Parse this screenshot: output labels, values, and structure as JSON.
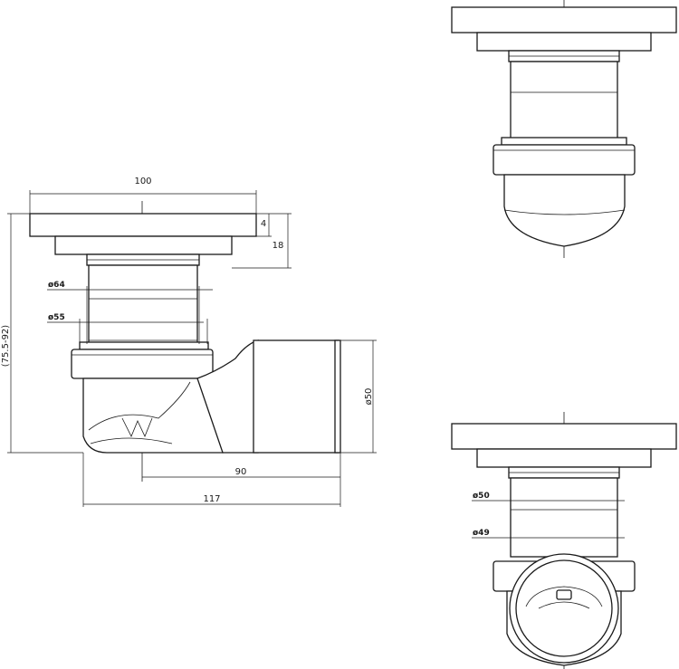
{
  "dimensions": {
    "overall_width": "100",
    "flange_thickness": "4",
    "flange_to_step": "18",
    "inner_diameter_64": "ø64",
    "inner_diameter_55": "ø55",
    "height_range": "(75.5-92)",
    "outlet_diameter_50": "ø50",
    "center_to_outlet": "90",
    "overall_length": "117",
    "bottom_view_diameter_50": "ø50",
    "bottom_view_diameter_49": "ø49"
  },
  "colors": {
    "line": "#1a1a1a",
    "background": "#ffffff"
  }
}
